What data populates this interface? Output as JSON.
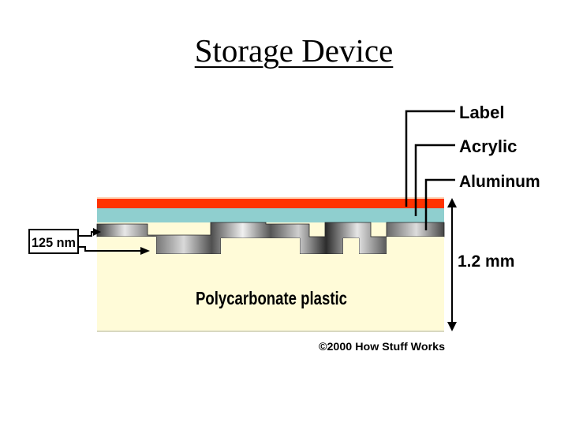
{
  "title": "Storage Device",
  "diagram": {
    "layers": {
      "label": "Label",
      "acrylic": "Acrylic",
      "aluminum": "Aluminum",
      "substrate": "Polycarbonate plastic"
    },
    "dimensions": {
      "pit_depth": "125 nm",
      "thickness": "1.2 mm"
    },
    "credit": "©2000 How Stuff Works",
    "colors": {
      "label_layer": "#ff3300",
      "acrylic_layer": "#8fcfcf",
      "aluminum_layer": "#8a8a8a",
      "substrate": "#fffbd8",
      "background": "#ffffff"
    }
  }
}
